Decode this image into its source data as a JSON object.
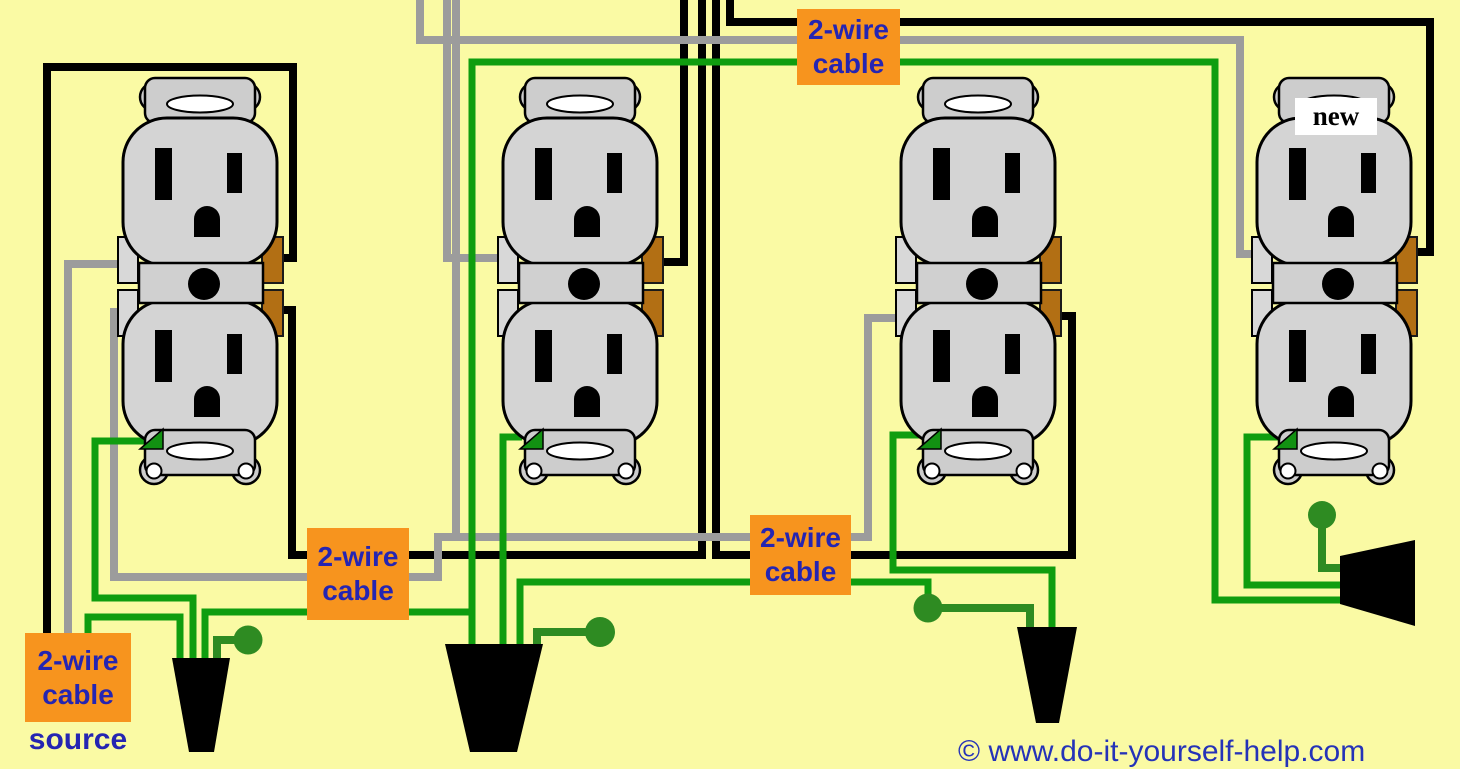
{
  "diagram": {
    "title": "wiring multiple duplex receptacles, new outlet added at end of run",
    "outlet_count": 4
  },
  "colors": {
    "background": "#FAFAA4",
    "label_bg": "#F7941E",
    "label_text": "#2525B2",
    "wire_black": "#000000",
    "wire_white": "#9C9C9C",
    "wire_ground": "#0F9D0F",
    "pigtail_green": "#2E8B22",
    "outlet_body": "#D4D4D4",
    "outlet_band": "#D0D0D0",
    "strap": "#CDCDCD",
    "brass_terminal": "#B26F14",
    "silver_terminal": "#D8D8D8",
    "ground_screw": "#129112",
    "copyright_text": "#2533B8",
    "clamp": "#000000"
  },
  "labels": {
    "cable_top": [
      "2-wire",
      "cable"
    ],
    "cable_between_1_2": [
      "2-wire",
      "cable"
    ],
    "cable_between_3_4": [
      "2-wire",
      "cable"
    ],
    "cable_source": [
      "2-wire",
      "cable"
    ],
    "source": "source",
    "new_badge": "new",
    "copyright": "© www.do-it-yourself-help.com"
  },
  "outlets": [
    {
      "name": "outlet-1",
      "state": "existing"
    },
    {
      "name": "outlet-2",
      "state": "existing"
    },
    {
      "name": "outlet-3",
      "state": "existing"
    },
    {
      "name": "outlet-4",
      "state": "new"
    }
  ]
}
